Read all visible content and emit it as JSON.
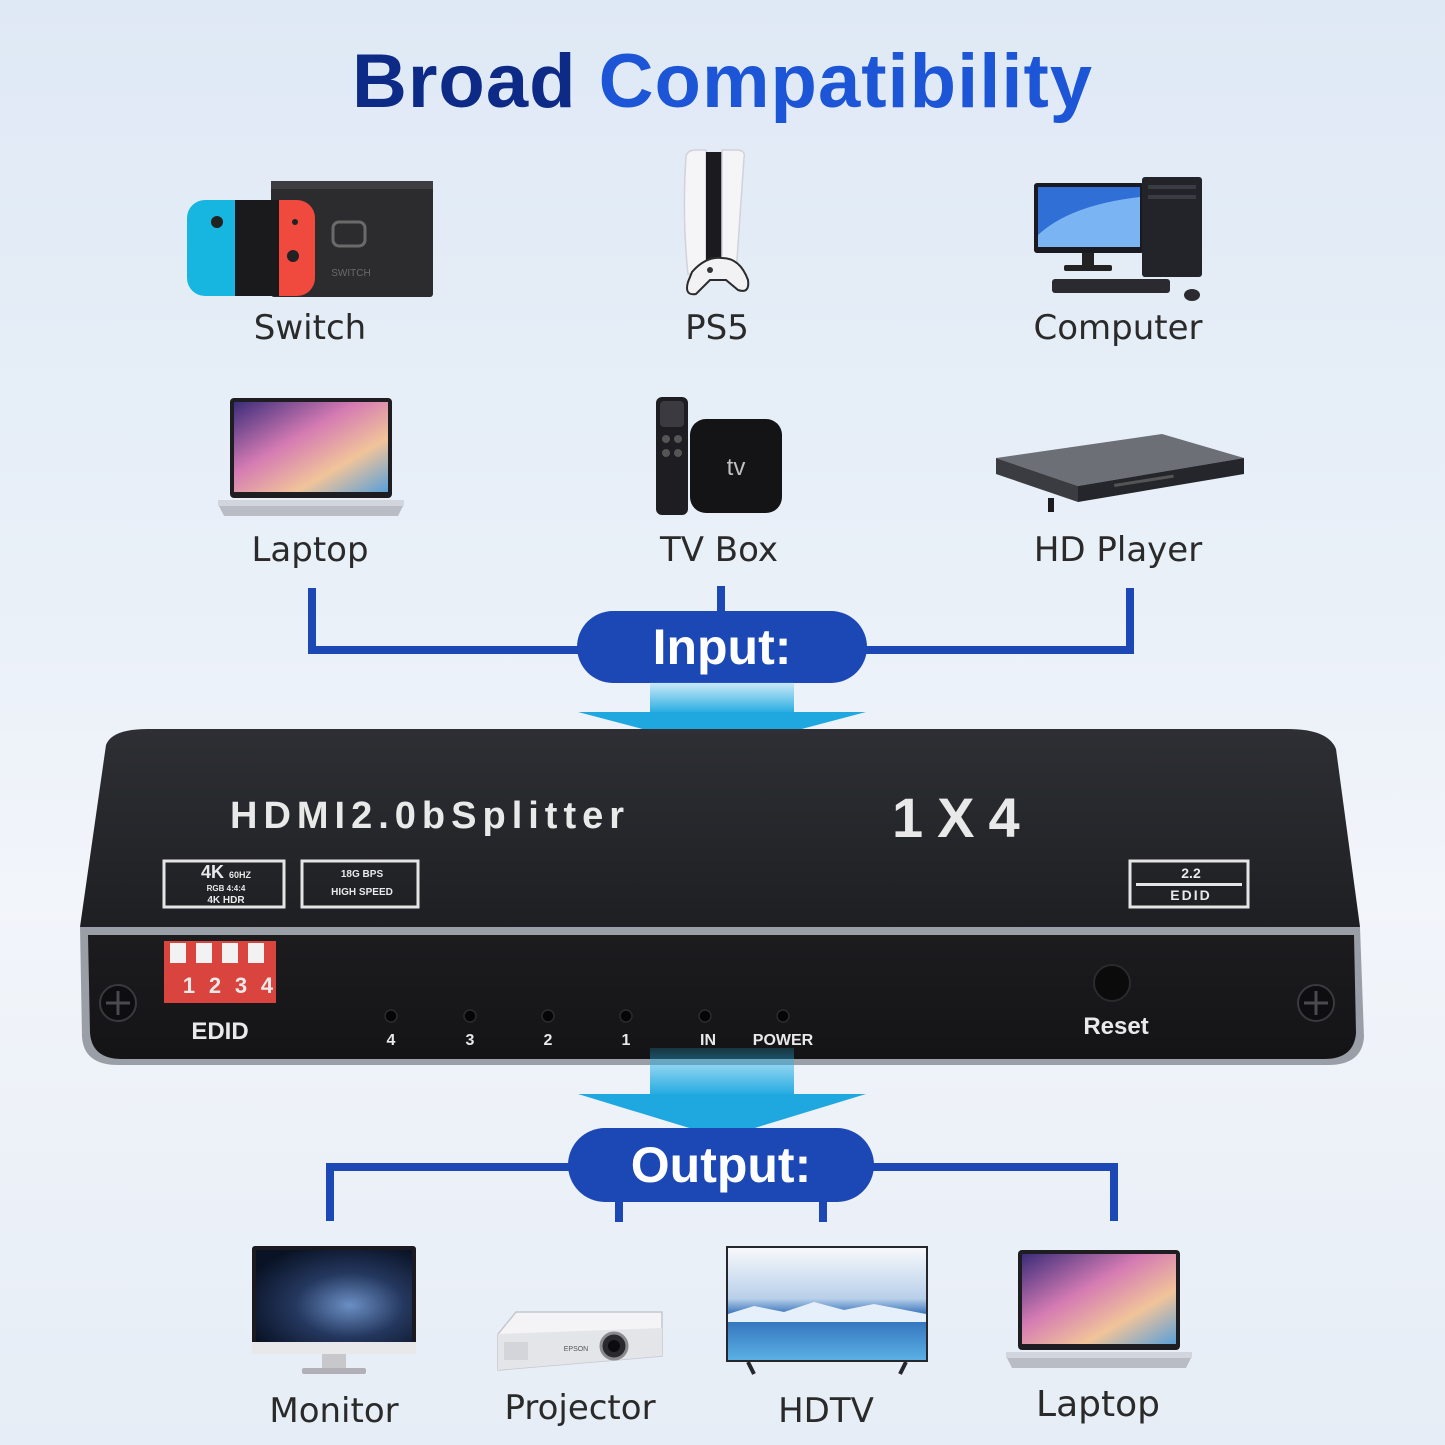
{
  "title": {
    "word1": "Broad",
    "word2": "Compatibility"
  },
  "inputs": [
    {
      "label": "Switch",
      "icon": "game-console-icon"
    },
    {
      "label": "PS5",
      "icon": "ps5-console-icon"
    },
    {
      "label": "Computer",
      "icon": "desktop-computer-icon"
    },
    {
      "label": "Laptop",
      "icon": "laptop-icon"
    },
    {
      "label": "TV Box",
      "icon": "tv-box-icon"
    },
    {
      "label": "HD Player",
      "icon": "hd-player-icon"
    }
  ],
  "input_label": "Input:",
  "output_label": "Output:",
  "device": {
    "title": "HDMI2.0bSplitter",
    "model": "1X4",
    "badge1": {
      "big": "4K",
      "small": "60HZ",
      "line2": "RGB 4:4:4",
      "line3": "4K HDR"
    },
    "badge2": {
      "line1": "18G BPS",
      "line2": "HIGH SPEED"
    },
    "badge3": {
      "line1": "2.2",
      "line2": "EDID"
    },
    "dip_numbers": [
      "1",
      "2",
      "3",
      "4"
    ],
    "edid_label": "EDID",
    "leds": [
      "4",
      "3",
      "2",
      "1",
      "IN",
      "POWER"
    ],
    "reset_label": "Reset"
  },
  "outputs": [
    {
      "label": "Monitor",
      "icon": "monitor-icon"
    },
    {
      "label": "Projector",
      "icon": "projector-icon"
    },
    {
      "label": "HDTV",
      "icon": "hdtv-icon"
    },
    {
      "label": "Laptop",
      "icon": "laptop-icon"
    }
  ],
  "colors": {
    "accent": "#1c48b5",
    "title_dark": "#0d2a86",
    "title_light": "#1c55d6",
    "arrow": "#29b6e8"
  }
}
